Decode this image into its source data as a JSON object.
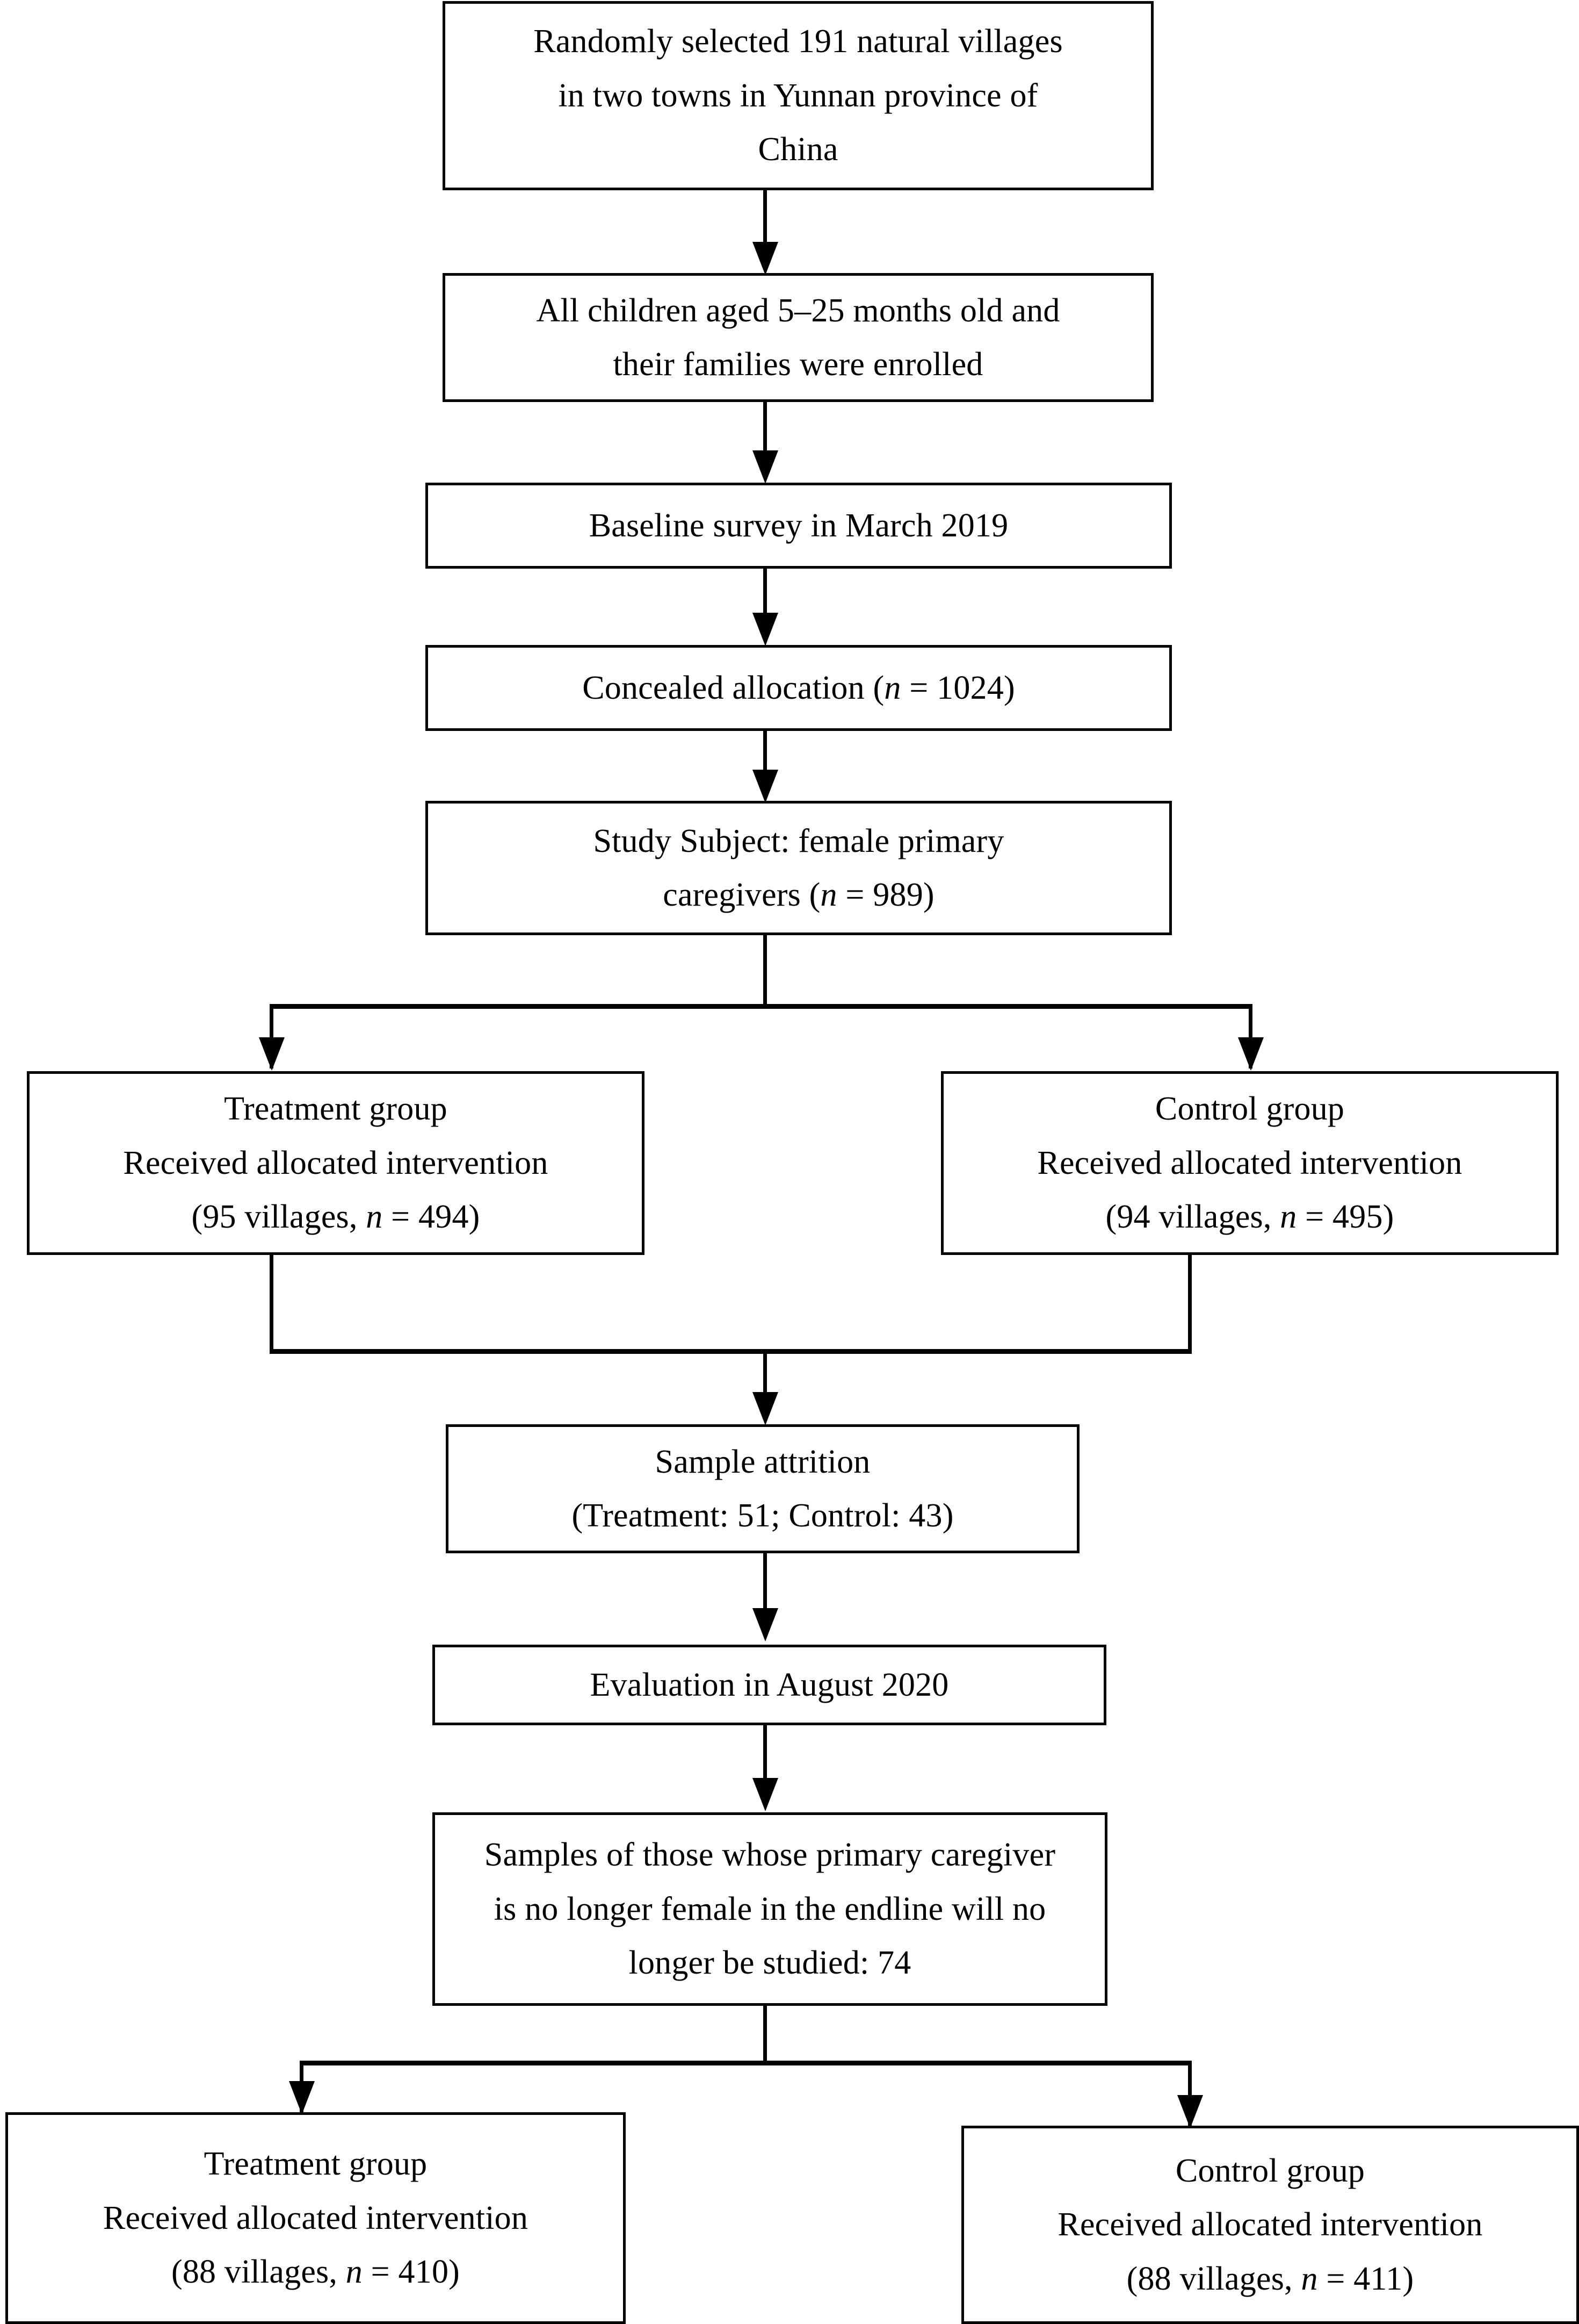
{
  "diagram": {
    "title": "CONSORT-style participant flow diagram",
    "type": "flowchart",
    "orientation": "top-to-bottom",
    "nodes": [
      {
        "id": "villages",
        "lines": [
          "Randomly selected 191 natural villages",
          "in two towns in Yunnan province of",
          "China"
        ]
      },
      {
        "id": "enrollment",
        "lines": [
          "All children aged 5–25 months old and",
          "their families were enrolled"
        ]
      },
      {
        "id": "baseline",
        "lines": [
          "Baseline survey in March 2019"
        ]
      },
      {
        "id": "allocation",
        "lines": [
          "Concealed allocation (n = 1024)"
        ],
        "line_parts": [
          [
            {
              "t": "Concealed allocation ("
            },
            {
              "t": "n",
              "i": true
            },
            {
              "t": " = 1024)"
            }
          ]
        ]
      },
      {
        "id": "subject",
        "lines": [
          "Study Subject: female primary",
          "caregivers (n = 989)"
        ],
        "line_parts": [
          [
            {
              "t": "Study Subject: female primary"
            }
          ],
          [
            {
              "t": "caregivers ("
            },
            {
              "t": "n",
              "i": true
            },
            {
              "t": " = 989)"
            }
          ]
        ]
      },
      {
        "id": "treatment-baseline",
        "lines": [
          "Treatment group",
          "Received allocated intervention",
          "(95 villages, n = 494)"
        ],
        "line_parts": [
          [
            {
              "t": "Treatment group"
            }
          ],
          [
            {
              "t": "Received allocated intervention"
            }
          ],
          [
            {
              "t": "(95 villages, "
            },
            {
              "t": "n",
              "i": true
            },
            {
              "t": " = 494)"
            }
          ]
        ]
      },
      {
        "id": "control-baseline",
        "lines": [
          "Control group",
          "Received allocated intervention",
          "(94 villages, n = 495)"
        ],
        "line_parts": [
          [
            {
              "t": "Control group"
            }
          ],
          [
            {
              "t": "Received allocated intervention"
            }
          ],
          [
            {
              "t": "(94 villages, "
            },
            {
              "t": "n",
              "i": true
            },
            {
              "t": " = 495)"
            }
          ]
        ]
      },
      {
        "id": "attrition",
        "lines": [
          "Sample attrition",
          "(Treatment: 51; Control: 43)"
        ]
      },
      {
        "id": "evaluation",
        "lines": [
          "Evaluation in August 2020"
        ]
      },
      {
        "id": "exclusion",
        "lines": [
          "Samples of those whose primary caregiver",
          "is no longer female in the endline will no",
          "longer be studied: 74"
        ]
      },
      {
        "id": "treatment-endline",
        "lines": [
          "Treatment group",
          "Received allocated intervention",
          "(88 villages, n = 410)"
        ],
        "line_parts": [
          [
            {
              "t": "Treatment group"
            }
          ],
          [
            {
              "t": "Received allocated intervention"
            }
          ],
          [
            {
              "t": "(88 villages, "
            },
            {
              "t": "n",
              "i": true
            },
            {
              "t": " = 410)"
            }
          ]
        ]
      },
      {
        "id": "control-endline",
        "lines": [
          "Control group",
          "Received allocated intervention",
          "(88 villages, n = 411)"
        ],
        "line_parts": [
          [
            {
              "t": "Control group"
            }
          ],
          [
            {
              "t": "Received allocated intervention"
            }
          ],
          [
            {
              "t": "(88 villages, "
            },
            {
              "t": "n",
              "i": true
            },
            {
              "t": " = 411)"
            }
          ]
        ]
      }
    ],
    "numbers": {
      "villages_total": 191,
      "age_range_months": "5–25",
      "baseline_date": "March 2019",
      "concealed_allocation_n": 1024,
      "study_subject_n": 989,
      "treatment_villages_baseline": 95,
      "treatment_n_baseline": 494,
      "control_villages_baseline": 94,
      "control_n_baseline": 495,
      "attrition_treatment": 51,
      "attrition_control": 43,
      "evaluation_date": "August 2020",
      "excluded_non_female_caregiver": 74,
      "treatment_villages_endline": 88,
      "treatment_n_endline": 410,
      "control_villages_endline": 88,
      "control_n_endline": 411
    },
    "colors": {
      "line": "#000000",
      "background": "#ffffff",
      "text": "#000000"
    }
  }
}
